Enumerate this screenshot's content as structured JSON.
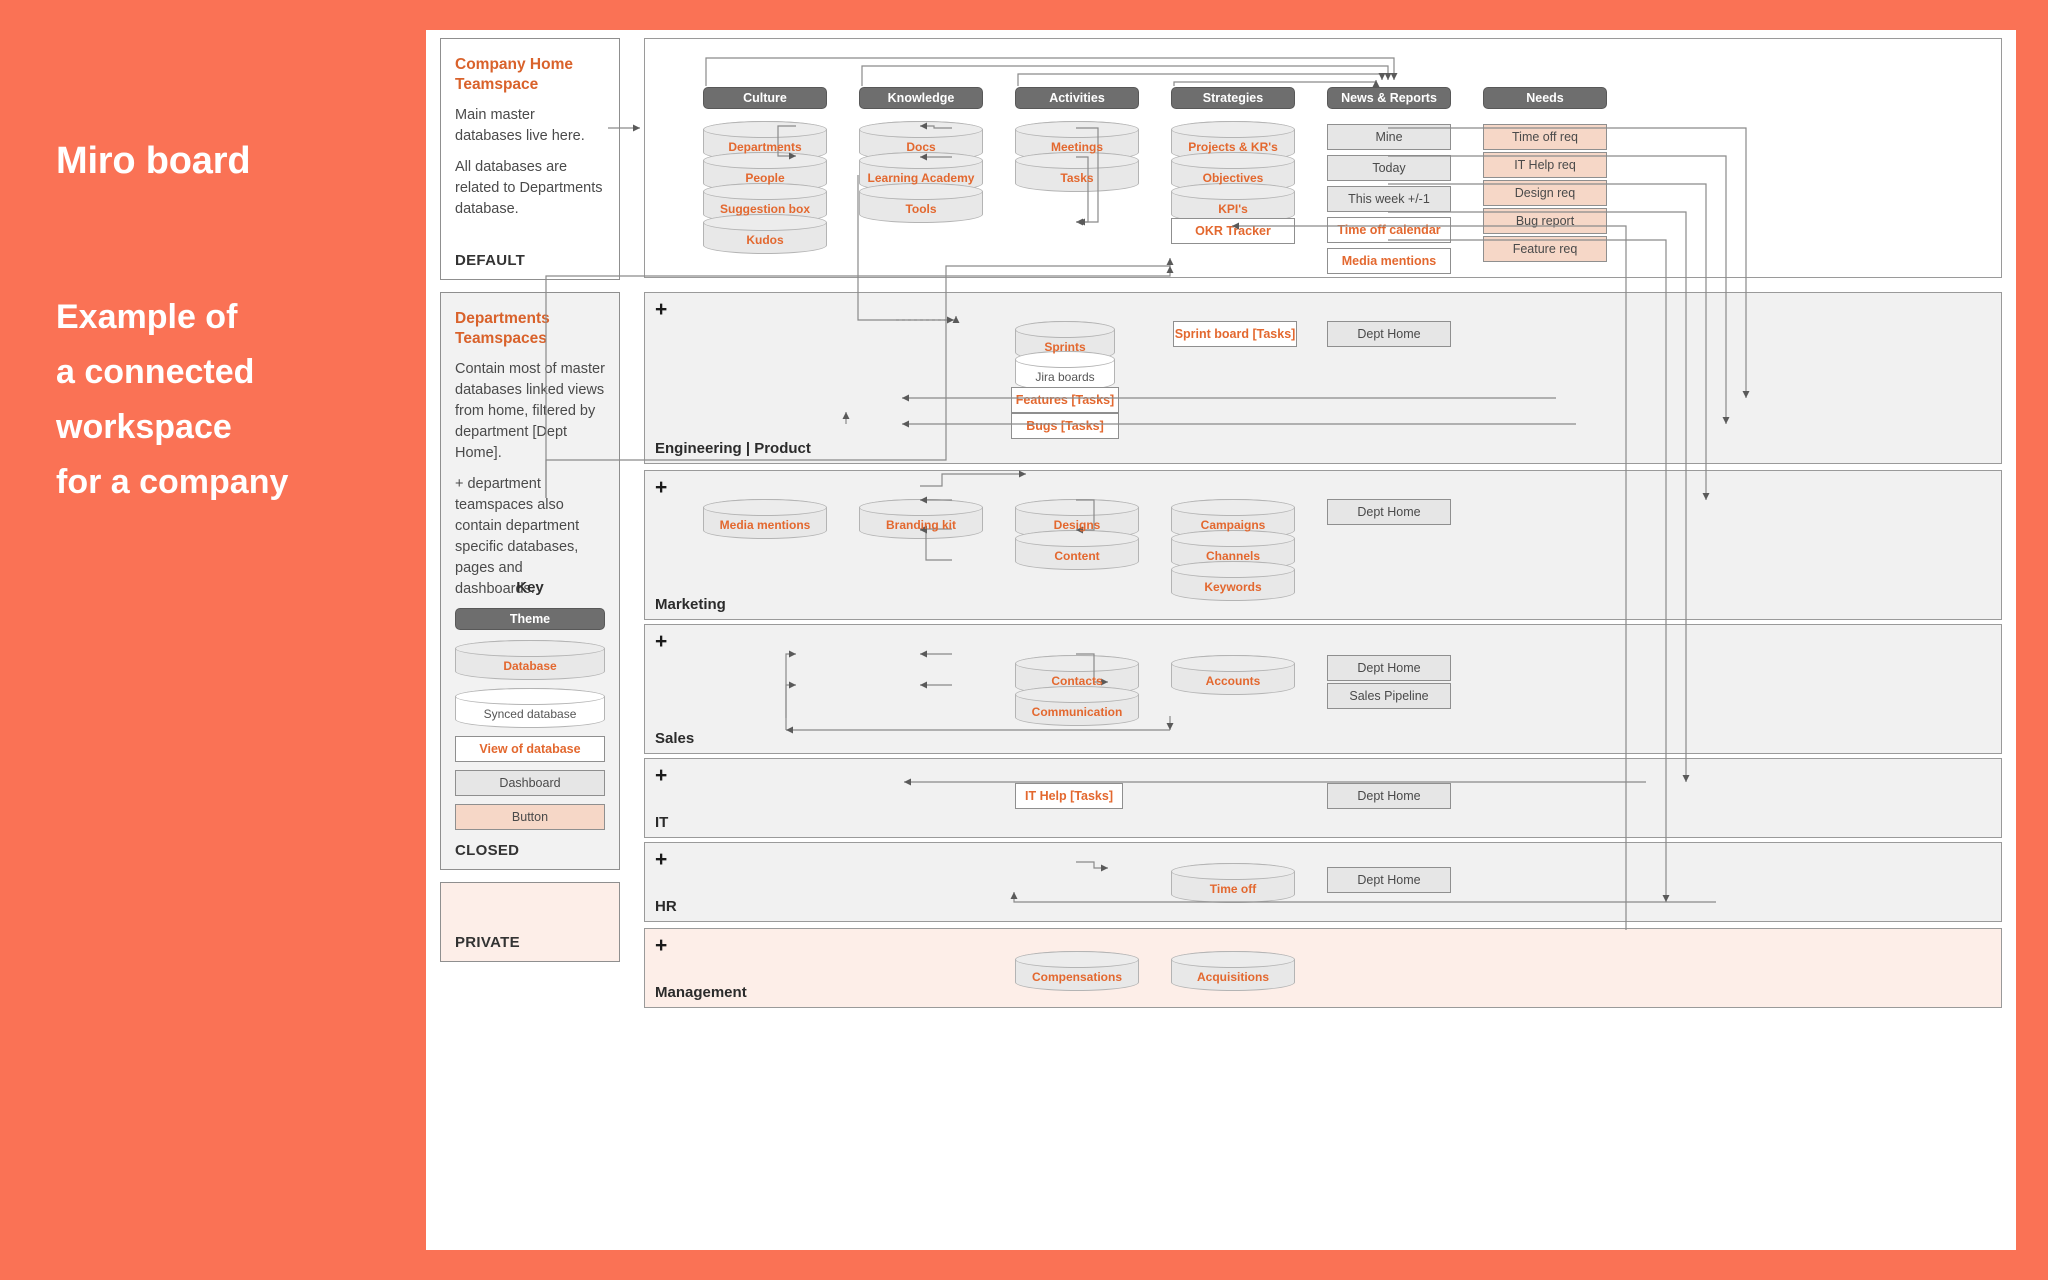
{
  "hero": {
    "title": "Miro board",
    "subtitle": "Example of\na connected\nworkspace\nfor a company",
    "background_color": "#FA7255"
  },
  "colors": {
    "coral": "#FA7255",
    "accent_orange": "#E3682F",
    "theme_grey": "#6E6E6E",
    "database_grey": "#E8E8E8",
    "button_pink": "#F6D7C7",
    "section_grey": "#F1F1F1",
    "management_pink": "#FDEEE8"
  },
  "sidebar": {
    "cards": [
      {
        "title": "Company Home\nTeamspace",
        "body": "Main master databases live here.\n\nAll databases are related to Departments database.",
        "footer": "DEFAULT",
        "style": "white"
      },
      {
        "title": "Departments\nTeamspaces",
        "body": "Contain most of master databases linked views from home, filtered by department [Dept Home].\n\n+ department teamspaces also contain department specific databases, pages and dashboards.",
        "footer": "CLOSED",
        "style": "grey"
      },
      {
        "title": "",
        "body": "",
        "footer": "PRIVATE",
        "style": "pink"
      }
    ],
    "key": {
      "heading": "Key",
      "items": [
        {
          "label": "Theme",
          "type": "theme"
        },
        {
          "label": "Database",
          "type": "database"
        },
        {
          "label": "Synced database",
          "type": "synced-database"
        },
        {
          "label": "View of database",
          "type": "view-of-database"
        },
        {
          "label": "Dashboard",
          "type": "dashboard"
        },
        {
          "label": "Button",
          "type": "button"
        }
      ]
    }
  },
  "diagram": {
    "home_section": {
      "name": "Company Home",
      "themes": [
        {
          "label": "Culture",
          "nodes": [
            {
              "label": "Departments",
              "type": "database"
            },
            {
              "label": "People",
              "type": "database"
            },
            {
              "label": "Suggestion box",
              "type": "database"
            },
            {
              "label": "Kudos",
              "type": "database"
            }
          ]
        },
        {
          "label": "Knowledge",
          "nodes": [
            {
              "label": "Docs",
              "type": "database"
            },
            {
              "label": "Learning Academy",
              "type": "database"
            },
            {
              "label": "Tools",
              "type": "database"
            }
          ]
        },
        {
          "label": "Activities",
          "nodes": [
            {
              "label": "Meetings",
              "type": "database"
            },
            {
              "label": "Tasks",
              "type": "database"
            }
          ]
        },
        {
          "label": "Strategies",
          "nodes": [
            {
              "label": "Projects & KR's",
              "type": "database"
            },
            {
              "label": "Objectives",
              "type": "database"
            },
            {
              "label": "KPI's",
              "type": "database"
            },
            {
              "label": "OKR Tracker",
              "type": "view-of-database"
            }
          ]
        },
        {
          "label": "News & Reports",
          "nodes": [
            {
              "label": "Mine",
              "type": "dashboard"
            },
            {
              "label": "Today",
              "type": "dashboard"
            },
            {
              "label": "This week +/-1",
              "type": "dashboard"
            },
            {
              "label": "Time off calendar",
              "type": "view-of-database"
            },
            {
              "label": "Media mentions",
              "type": "view-of-database"
            }
          ]
        },
        {
          "label": "Needs",
          "nodes": [
            {
              "label": "Time off req",
              "type": "button"
            },
            {
              "label": "IT Help req",
              "type": "button"
            },
            {
              "label": "Design req",
              "type": "button"
            },
            {
              "label": "Bug report",
              "type": "button"
            },
            {
              "label": "Feature req",
              "type": "button"
            }
          ]
        }
      ]
    },
    "departments": [
      {
        "label": "Engineering | Product",
        "plus": "+",
        "style": "grey",
        "nodes": [
          {
            "label": "Sprints",
            "type": "database"
          },
          {
            "label": "Jira boards",
            "type": "synced-database"
          },
          {
            "label": "Features [Tasks]",
            "type": "view-of-database"
          },
          {
            "label": "Bugs [Tasks]",
            "type": "view-of-database"
          },
          {
            "label": "Sprint board [Tasks]",
            "type": "view-of-database"
          },
          {
            "label": "Dept Home",
            "type": "dashboard"
          }
        ]
      },
      {
        "label": "Marketing",
        "plus": "+",
        "style": "grey",
        "nodes": [
          {
            "label": "Media mentions",
            "type": "database"
          },
          {
            "label": "Branding kit",
            "type": "database"
          },
          {
            "label": "Designs",
            "type": "database"
          },
          {
            "label": "Content",
            "type": "database"
          },
          {
            "label": "Campaigns",
            "type": "database"
          },
          {
            "label": "Channels",
            "type": "database"
          },
          {
            "label": "Keywords",
            "type": "database"
          },
          {
            "label": "Dept Home",
            "type": "dashboard"
          }
        ]
      },
      {
        "label": "Sales",
        "plus": "+",
        "style": "grey",
        "nodes": [
          {
            "label": "Contacts",
            "type": "database"
          },
          {
            "label": "Communication",
            "type": "database"
          },
          {
            "label": "Accounts",
            "type": "database"
          },
          {
            "label": "Dept Home",
            "type": "dashboard"
          },
          {
            "label": "Sales Pipeline",
            "type": "dashboard"
          }
        ]
      },
      {
        "label": "IT",
        "plus": "+",
        "style": "grey",
        "nodes": [
          {
            "label": "IT Help [Tasks]",
            "type": "view-of-database"
          },
          {
            "label": "Dept Home",
            "type": "dashboard"
          }
        ]
      },
      {
        "label": "HR",
        "plus": "+",
        "style": "grey",
        "nodes": [
          {
            "label": "Time off",
            "type": "database"
          },
          {
            "label": "Dept Home",
            "type": "dashboard"
          }
        ]
      },
      {
        "label": "Management",
        "plus": "+",
        "style": "pink",
        "nodes": [
          {
            "label": "Compensations",
            "type": "database"
          },
          {
            "label": "Acquisitions",
            "type": "database"
          }
        ]
      }
    ]
  }
}
